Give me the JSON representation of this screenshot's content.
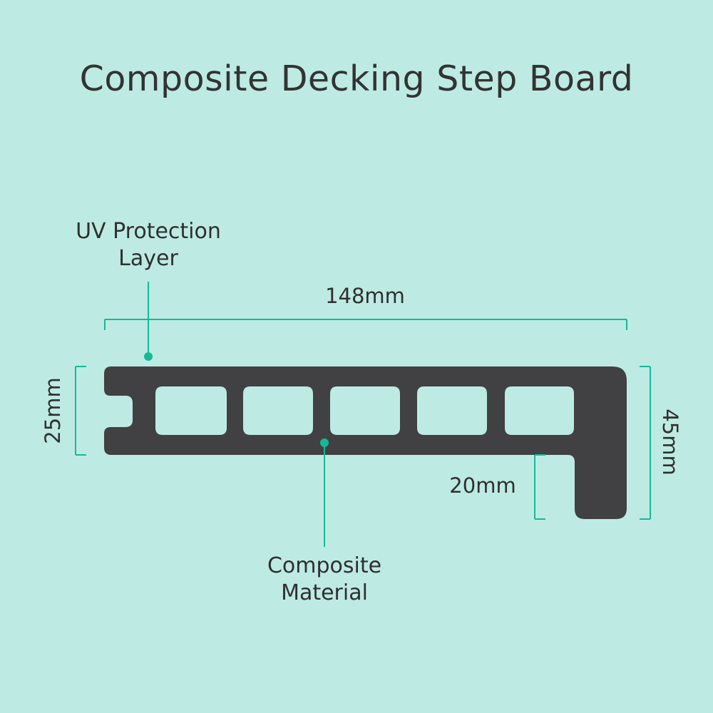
{
  "title": "Composite Decking Step Board",
  "colors": {
    "background": "#bdebe3",
    "board": "#414042",
    "accent": "#17b898",
    "text": "#333333"
  },
  "callouts": {
    "uv_layer": {
      "line1": "UV Protection",
      "line2": "Layer"
    },
    "composite": {
      "line1": "Composite",
      "line2": "Material"
    }
  },
  "dimensions": {
    "width": "148mm",
    "body_thickness": "25mm",
    "total_height": "45mm",
    "nose_drop": "20mm"
  },
  "profile": {
    "hollow_chambers": 5
  }
}
